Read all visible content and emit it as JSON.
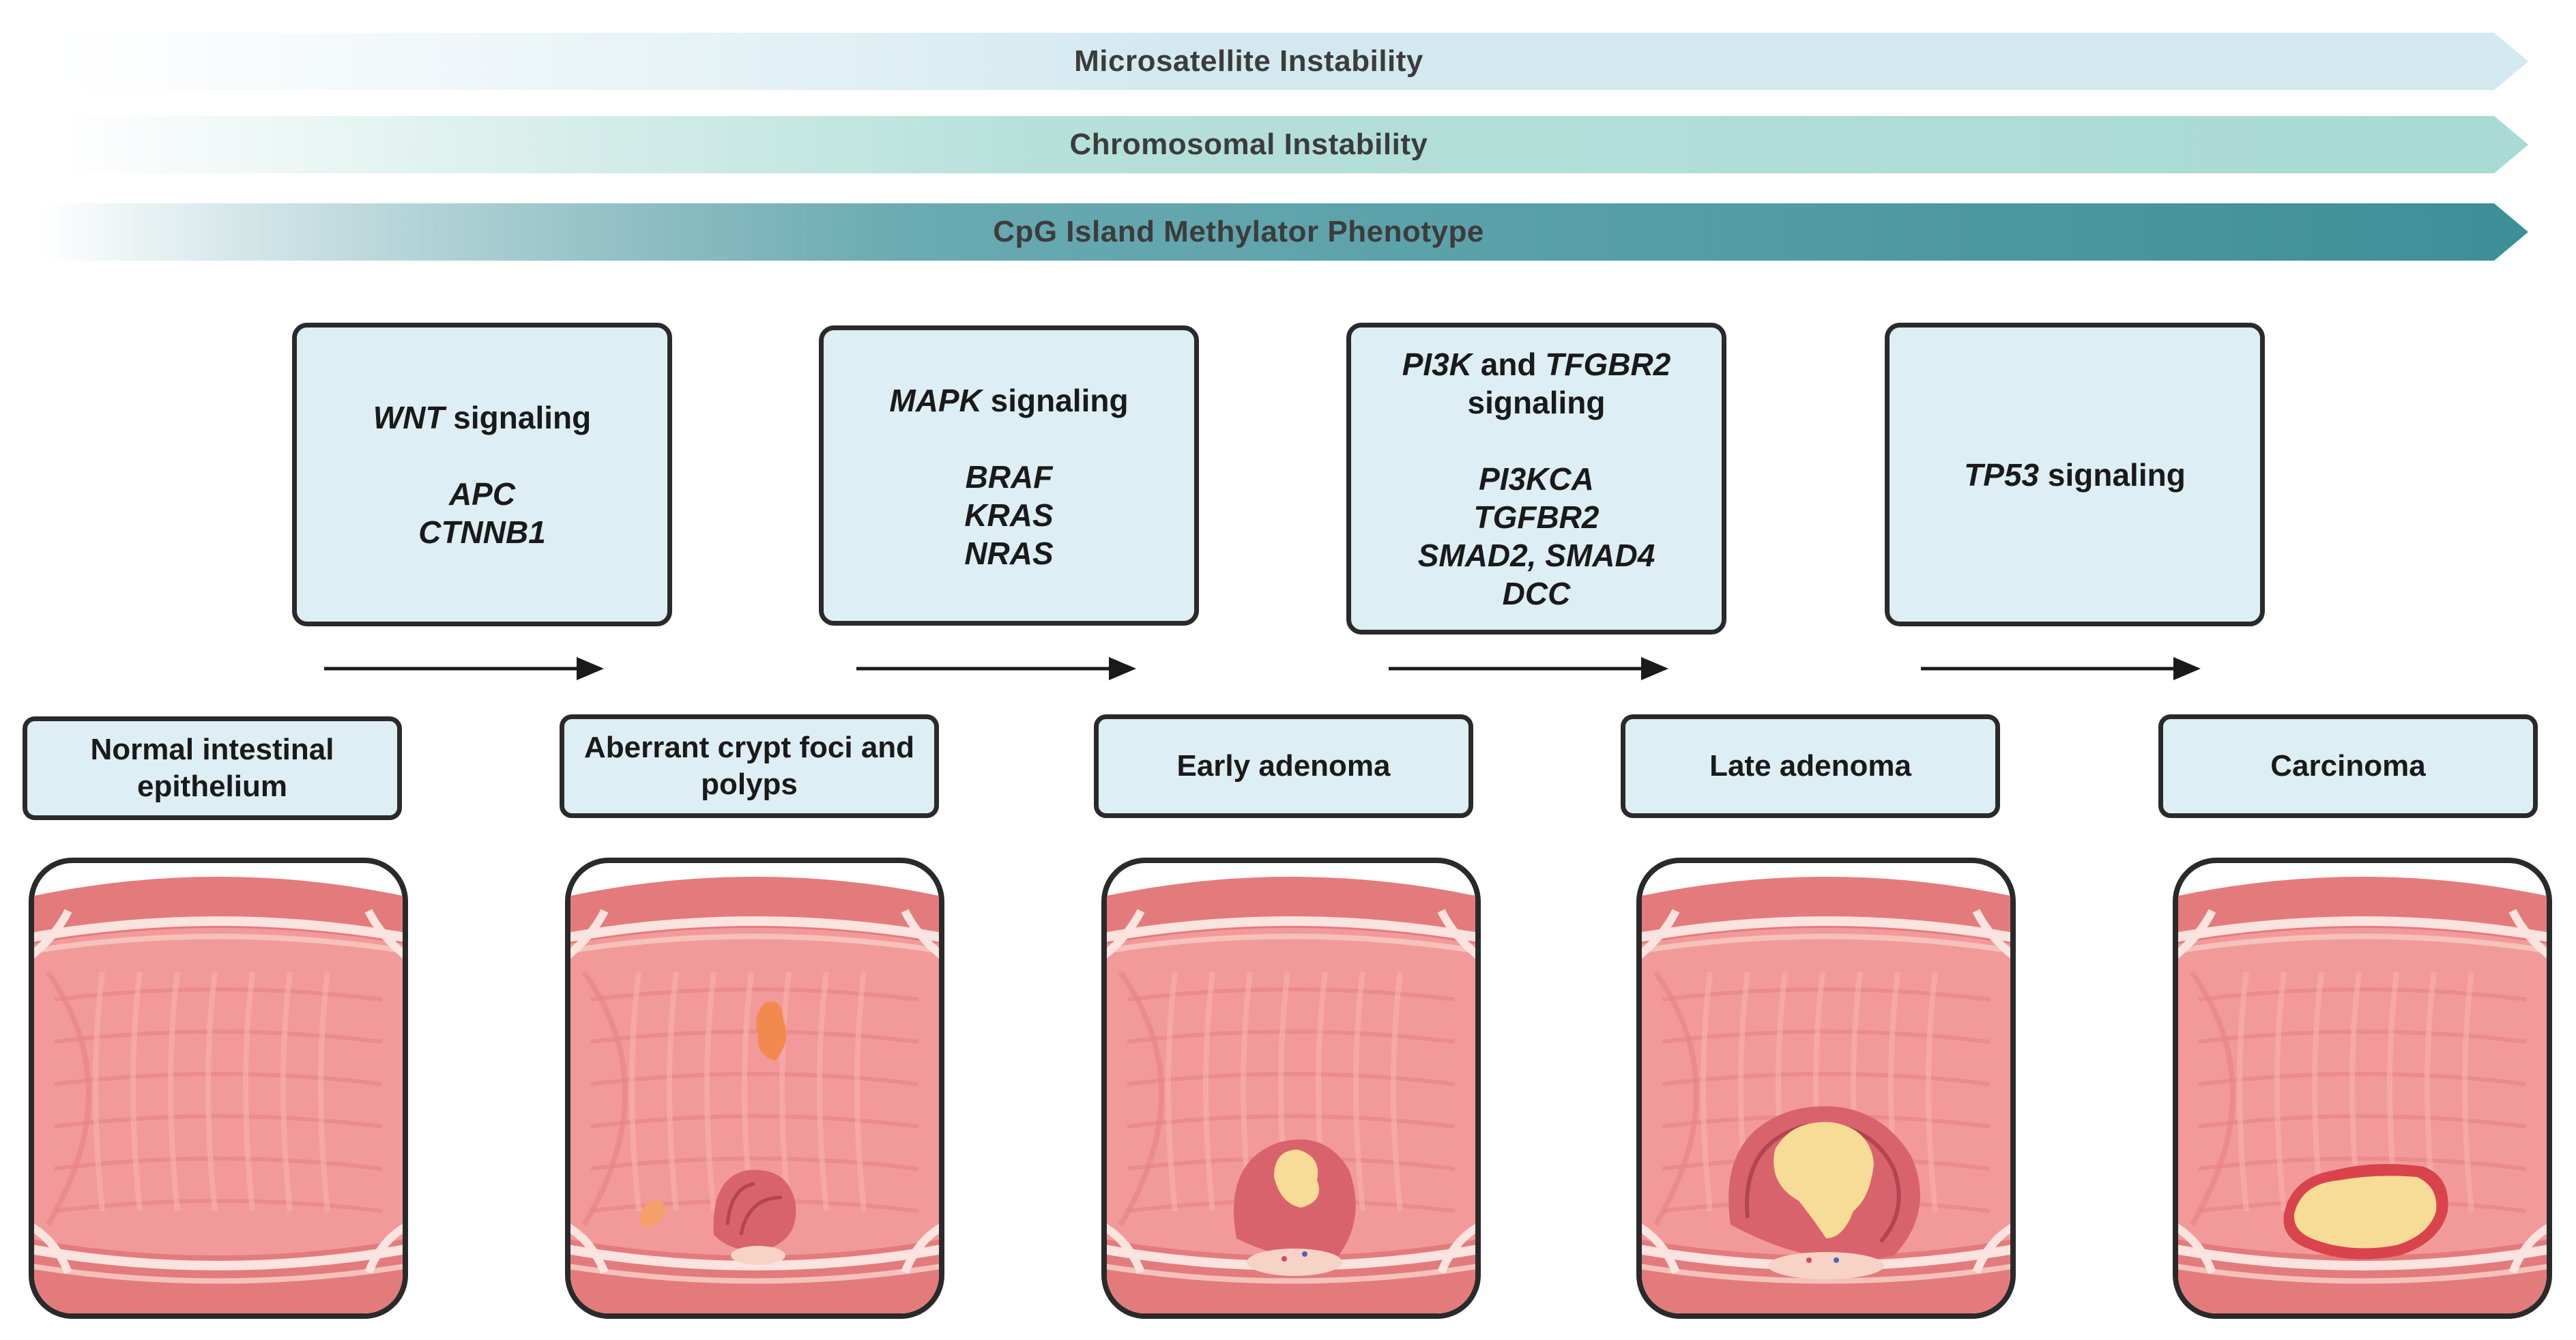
{
  "bands": [
    {
      "label": "Microsatellite Instability",
      "color": "#d3e9f0"
    },
    {
      "label": "Chromosomal Instability",
      "color": "#a9dad4"
    },
    {
      "label": "CpG Island Methylator Phenotype",
      "color": "#3d8f97"
    }
  ],
  "signaling": [
    {
      "title_gene": "WNT",
      "title_rest": " signaling",
      "title_line2": "",
      "genes": [
        "APC",
        "CTNNB1"
      ]
    },
    {
      "title_gene": "MAPK",
      "title_rest": " signaling",
      "title_line2": "",
      "genes": [
        "BRAF",
        "KRAS",
        "NRAS"
      ]
    },
    {
      "title_gene": "PI3K",
      "title_rest": " and ",
      "title_gene2": "TFGBR2",
      "title_line2": "signaling",
      "genes": [
        "PI3KCA",
        "TGFBR2",
        "SMAD2, SMAD4",
        "DCC"
      ]
    },
    {
      "title_gene": "TP53",
      "title_rest": " signaling",
      "title_line2": "",
      "genes": []
    }
  ],
  "stages": [
    {
      "label": "Normal intestinal epithelium",
      "lesion": "none"
    },
    {
      "label": "Aberrant crypt foci and polyps",
      "lesion": "foci-polyp"
    },
    {
      "label": "Early adenoma",
      "lesion": "early-adenoma"
    },
    {
      "label": "Late adenoma",
      "lesion": "late-adenoma"
    },
    {
      "label": "Carcinoma",
      "lesion": "carcinoma"
    }
  ],
  "colors": {
    "box_fill": "#ddeef4",
    "tissue": "#f29a9a",
    "tumor": "#f7dc97",
    "polyp": "#d9636c",
    "foci": "#f28a50"
  }
}
